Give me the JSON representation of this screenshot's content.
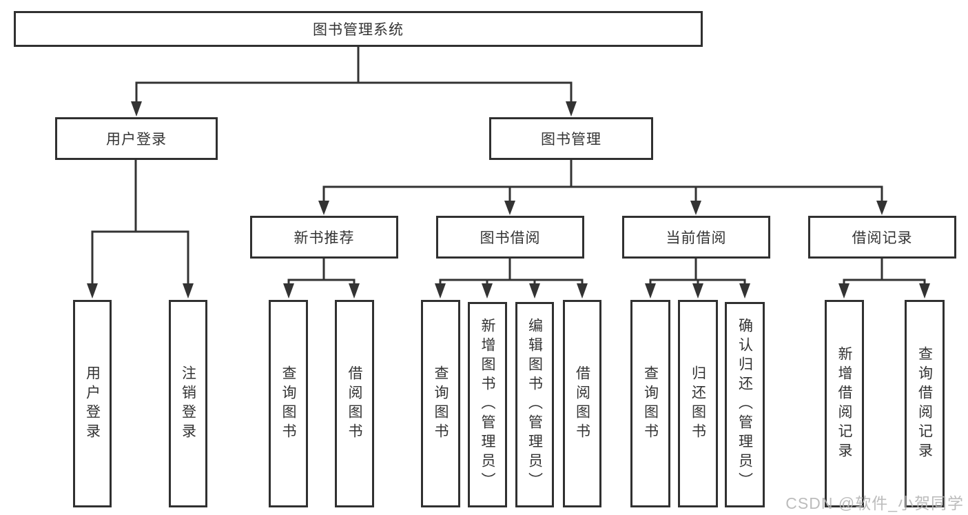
{
  "tree": {
    "root": {
      "label": "图书管理系统"
    },
    "branches": [
      {
        "label": "用户登录",
        "leaves": [
          {
            "label": "用户登录"
          },
          {
            "label": "注销登录"
          }
        ]
      },
      {
        "label": "图书管理",
        "groups": [
          {
            "label": "新书推荐",
            "leaves": [
              {
                "label": "查询图书"
              },
              {
                "label": "借阅图书"
              }
            ]
          },
          {
            "label": "图书借阅",
            "leaves": [
              {
                "label": "查询图书"
              },
              {
                "label": "新增图书（管理员）"
              },
              {
                "label": "编辑图书（管理员）"
              },
              {
                "label": "借阅图书"
              }
            ]
          },
          {
            "label": "当前借阅",
            "leaves": [
              {
                "label": "查询图书"
              },
              {
                "label": "归还图书"
              },
              {
                "label": "确认归还（管理员）"
              }
            ]
          },
          {
            "label": "借阅记录",
            "leaves": [
              {
                "label": "新增借阅记录"
              },
              {
                "label": "查询借阅记录"
              }
            ]
          }
        ]
      }
    ]
  },
  "watermark": {
    "text": "CSDN @软件_小贺同学"
  },
  "colors": {
    "line": "#333333",
    "box_border": "#303030",
    "text": "#333333",
    "watermark": "#b5b5b5",
    "background": "#ffffff"
  }
}
